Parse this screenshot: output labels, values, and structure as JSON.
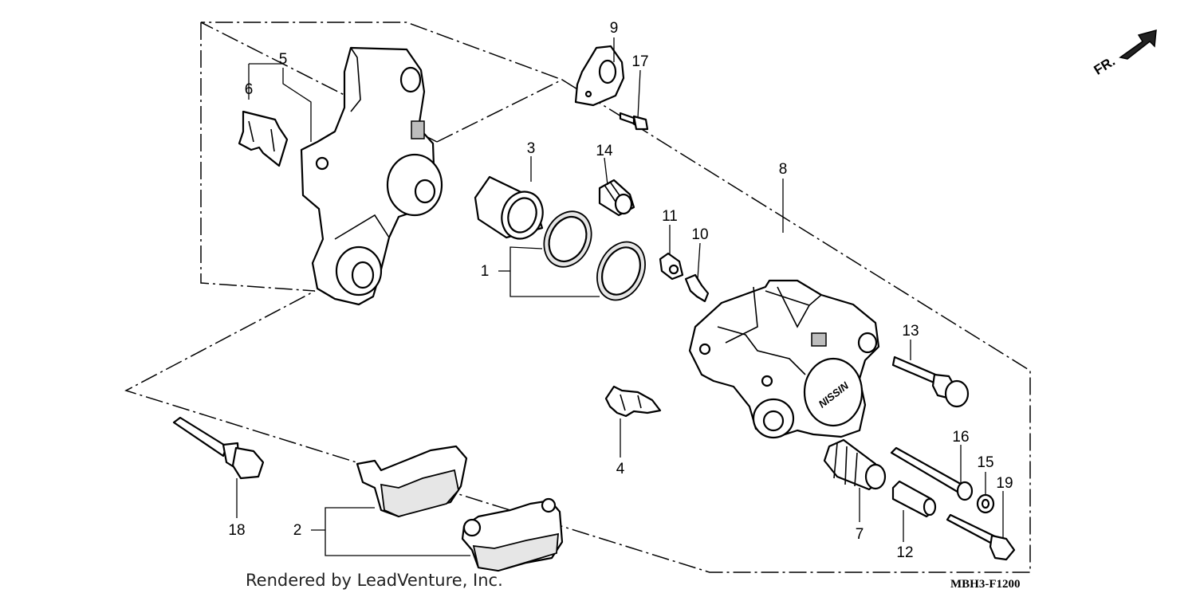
{
  "parts": [
    {
      "ref": "1",
      "label": "1"
    },
    {
      "ref": "2",
      "label": "2"
    },
    {
      "ref": "3",
      "label": "3"
    },
    {
      "ref": "4",
      "label": "4"
    },
    {
      "ref": "5",
      "label": "5"
    },
    {
      "ref": "6",
      "label": "6"
    },
    {
      "ref": "7",
      "label": "7"
    },
    {
      "ref": "8",
      "label": "8"
    },
    {
      "ref": "9",
      "label": "9"
    },
    {
      "ref": "10",
      "label": "10"
    },
    {
      "ref": "11",
      "label": "11"
    },
    {
      "ref": "12",
      "label": "12"
    },
    {
      "ref": "13",
      "label": "13"
    },
    {
      "ref": "14",
      "label": "14"
    },
    {
      "ref": "15",
      "label": "15"
    },
    {
      "ref": "16",
      "label": "16"
    },
    {
      "ref": "17",
      "label": "17"
    },
    {
      "ref": "18",
      "label": "18"
    },
    {
      "ref": "19",
      "label": "19"
    }
  ],
  "direction_marker": "FR.",
  "caliper_brand": "NISSIN",
  "footer": {
    "credit": "Rendered by LeadVenture, Inc.",
    "diagram_code": "MBH3-F1200"
  },
  "colors": {
    "line": "#000000",
    "background": "#ffffff"
  }
}
